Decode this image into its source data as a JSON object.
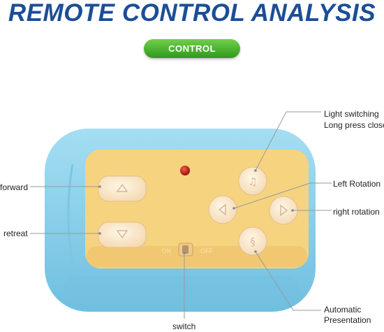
{
  "title": "REMOTE CONTROL ANALYSIS",
  "badge": "CONTROL",
  "device": {
    "switch_text_on": "ON",
    "switch_text_off": "OFF"
  },
  "labels": {
    "light_line1": "Light switching",
    "light_line2": "Long press close",
    "left_rotation": "Left Rotation",
    "right_rotation": "right rotation",
    "forward": "forward",
    "retreat": "retreat",
    "switch": "switch",
    "auto_line1": "Automatic",
    "auto_line2": "Presentation"
  },
  "colors": {
    "title": "#1b4e96",
    "badge": "#3fb02a",
    "shell": "#8fd3ec",
    "face": "#f6d37f",
    "button": "#fbe8c9",
    "led": "#b5120d"
  },
  "icons": {
    "forward": "up-triangle-icon",
    "retreat": "down-triangle-icon",
    "light": "music-note-icon",
    "left": "left-triangle-icon",
    "right": "right-triangle-icon",
    "auto": "swirl-icon"
  }
}
